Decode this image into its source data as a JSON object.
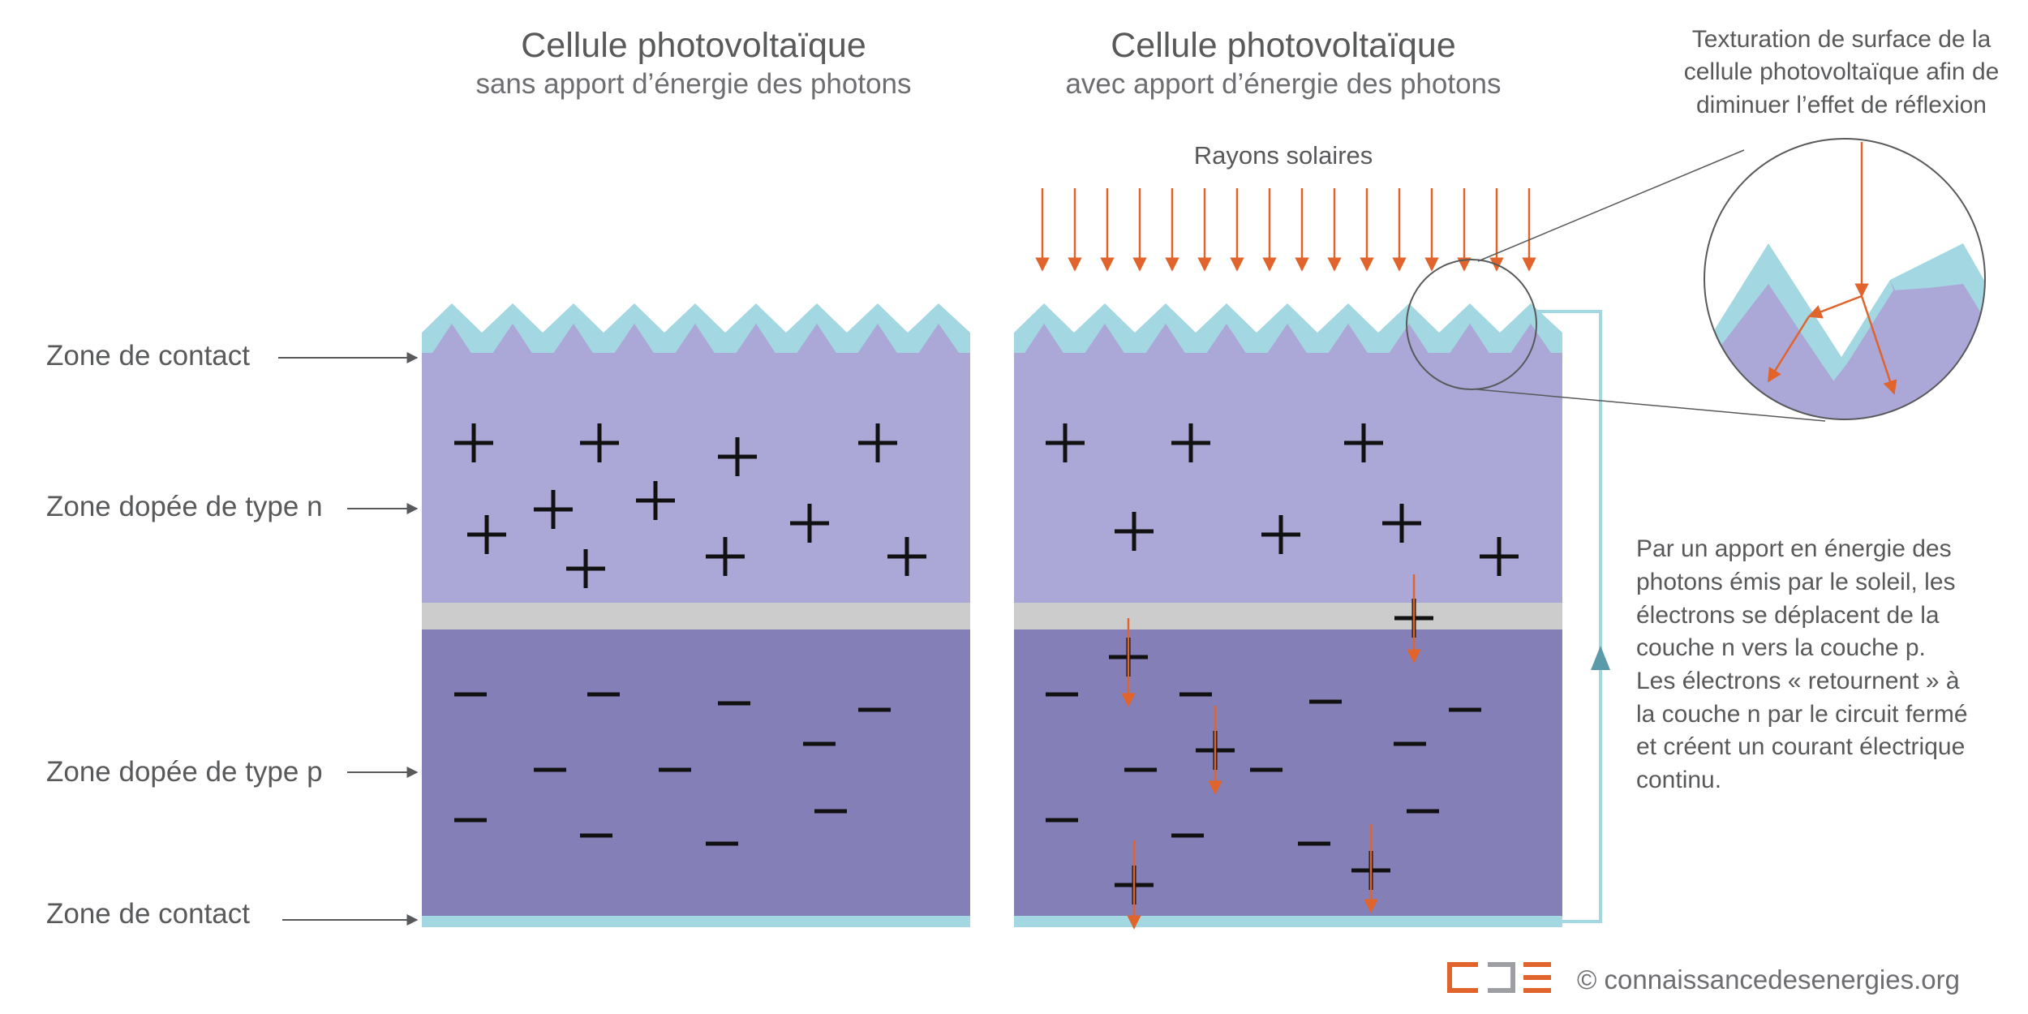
{
  "panels": {
    "left": {
      "title": "Cellule photovoltaïque",
      "subtitle": "sans apport d’énergie des photons"
    },
    "right": {
      "title": "Cellule photovoltaïque",
      "subtitle": "avec apport d’énergie des photons"
    }
  },
  "sun_label": "Rayons solaires",
  "zone_labels": {
    "contact_top": "Zone de contact",
    "n_type": "Zone dopée de type n",
    "p_type": "Zone dopée de type p",
    "contact_bottom": "Zone de contact"
  },
  "inset_caption": [
    "Texturation de surface de la",
    "cellule photovoltaïque afin de",
    "diminuer l’effet de réflexion"
  ],
  "explanation": [
    "Par un apport en énergie des",
    "photons émis par le soleil, les",
    "électrons se déplacent de la",
    "couche n vers la couche p.",
    "Les électrons « retournent » à",
    "la couche n par le circuit fermé",
    "et créent un courant électrique",
    "continu."
  ],
  "footer": {
    "copyright": "© connaissancedesenergies.org"
  },
  "colors": {
    "n_layer": "#aba7d7",
    "p_layer": "#847fb7",
    "junction": "#cccccc",
    "contact": "#a3d7e1",
    "arrow": "#e0642b",
    "text": "#58595b"
  },
  "icons": {
    "logo": "cde-logo-icon",
    "circuit_arrow": "arrow-up-icon"
  }
}
